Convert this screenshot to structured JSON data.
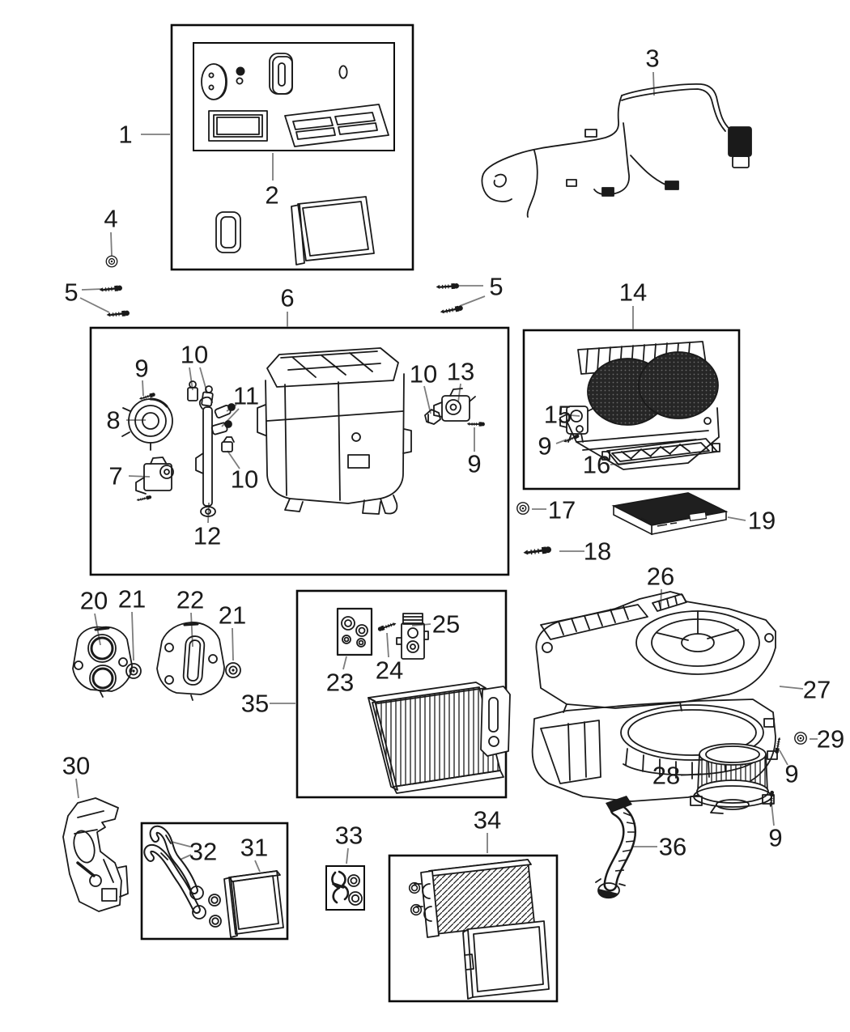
{
  "diagram_type": "exploded-parts-diagram",
  "callouts": [
    {
      "label": "1",
      "part": "seal-kit-box"
    },
    {
      "label": "2",
      "part": "inner-seal-kit-box"
    },
    {
      "label": "3",
      "part": "wiring-harness"
    },
    {
      "label": "4",
      "part": "grommet"
    },
    {
      "label": "5",
      "part": "screws-left"
    },
    {
      "label": "5",
      "part": "screws-right"
    },
    {
      "label": "6",
      "part": "hvac-housing-assembly-box"
    },
    {
      "label": "14",
      "part": "air-inlet-housing-box"
    },
    {
      "label": "9",
      "part": "screw"
    },
    {
      "label": "10",
      "part": "small-actuator-pair"
    },
    {
      "label": "11",
      "part": "sensor-pair"
    },
    {
      "label": "8",
      "part": "round-actuator"
    },
    {
      "label": "7",
      "part": "actuator"
    },
    {
      "label": "10",
      "part": "small-actuator"
    },
    {
      "label": "12",
      "part": "bracket"
    },
    {
      "label": "10",
      "part": "clip"
    },
    {
      "label": "13",
      "part": "actuator"
    },
    {
      "label": "9",
      "part": "screw"
    },
    {
      "label": "15",
      "part": "actuator"
    },
    {
      "label": "9",
      "part": "screw"
    },
    {
      "label": "16",
      "part": "inlet-screen"
    },
    {
      "label": "17",
      "part": "grommet"
    },
    {
      "label": "18",
      "part": "screw"
    },
    {
      "label": "19",
      "part": "cabin-air-filter"
    },
    {
      "label": "20",
      "part": "cover-plate-two-ports"
    },
    {
      "label": "21",
      "part": "grommet"
    },
    {
      "label": "22",
      "part": "cover-plate-slot"
    },
    {
      "label": "21",
      "part": "grommet"
    },
    {
      "label": "35",
      "part": "evaporator-kit-box"
    },
    {
      "label": "23",
      "part": "o-ring-kit"
    },
    {
      "label": "24",
      "part": "screw"
    },
    {
      "label": "25",
      "part": "expansion-valve"
    },
    {
      "label": "26",
      "part": "upper-blower-housing"
    },
    {
      "label": "27",
      "part": "lower-blower-housing"
    },
    {
      "label": "28",
      "part": "blower-motor-wheel"
    },
    {
      "label": "29",
      "part": "grommet"
    },
    {
      "label": "9",
      "part": "screw"
    },
    {
      "label": "9",
      "part": "screw"
    },
    {
      "label": "30",
      "part": "mounting-bracket"
    },
    {
      "label": "31",
      "part": "heater-core"
    },
    {
      "label": "32",
      "part": "heater-hoses"
    },
    {
      "label": "33",
      "part": "clamp-kit-box"
    },
    {
      "label": "34",
      "part": "heater-core-kit-box"
    },
    {
      "label": "36",
      "part": "drain-hose"
    }
  ],
  "colors": {
    "line": "#1a1a1a",
    "leader": "#7d7d7d",
    "background": "#ffffff"
  }
}
